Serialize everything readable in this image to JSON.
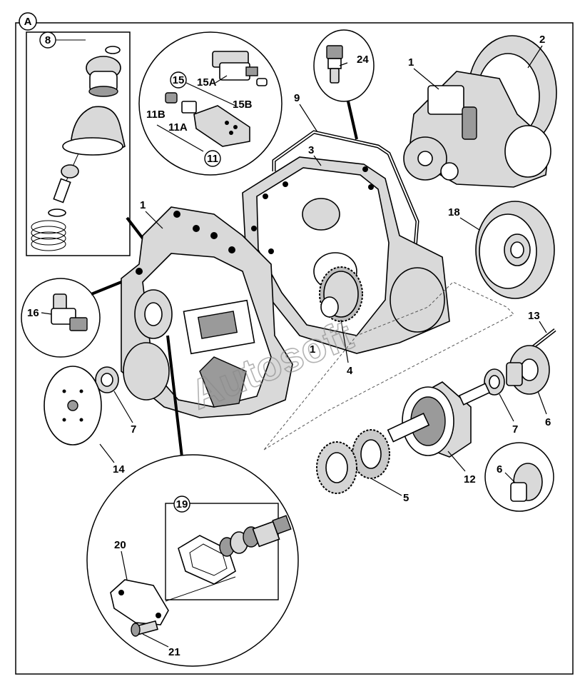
{
  "frame": {
    "tag": "A"
  },
  "watermark": "Autosoft",
  "callouts": {
    "inset_8": "8",
    "inset_15": "15",
    "inset_11": "11",
    "inset_19": "19"
  },
  "labels": {
    "l1_top": "1",
    "l2": "2",
    "l3": "3",
    "l9": "9",
    "l24": "24",
    "l15A": "15A",
    "l15B": "15B",
    "l11B": "11B",
    "l11A": "11A",
    "l1_left": "1",
    "l18": "18",
    "l16": "16",
    "l1_mid": "1",
    "l4": "4",
    "l13": "13",
    "l7_left": "7",
    "l6_right": "6",
    "l7_right": "7",
    "l14": "14",
    "l12": "12",
    "l6_small": "6",
    "l5": "5",
    "l20": "20",
    "l21": "21"
  }
}
